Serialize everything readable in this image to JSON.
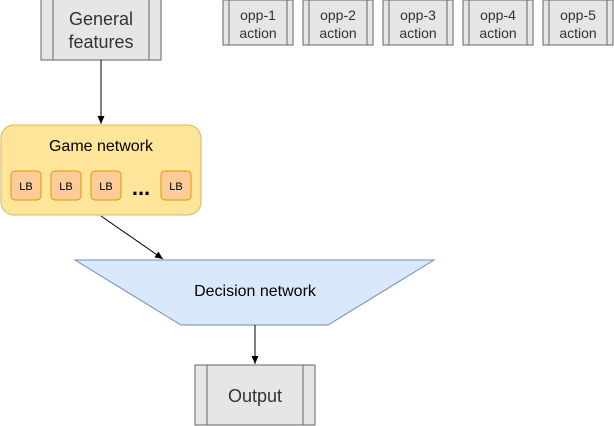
{
  "general_features": {
    "line1": "General",
    "line2": "features"
  },
  "opponents": [
    {
      "line1": "opp-1",
      "line2": "action"
    },
    {
      "line1": "opp-2",
      "line2": "action"
    },
    {
      "line1": "opp-3",
      "line2": "action"
    },
    {
      "line1": "opp-4",
      "line2": "action"
    },
    {
      "line1": "opp-5",
      "line2": "action"
    }
  ],
  "game_network": {
    "title": "Game network",
    "blocks": [
      "LB",
      "LB",
      "LB",
      "LB"
    ],
    "ellipsis": "..."
  },
  "decision_network": {
    "label": "Decision network"
  },
  "output": {
    "label": "Output"
  },
  "colors": {
    "process_fill": "#e6e6e6",
    "process_stroke": "#666666",
    "game_fill": "#ffe599",
    "game_stroke": "#d6b656",
    "lb_fill": "#ffcc99",
    "lb_stroke": "#d79b00",
    "decision_fill": "#dae8fc",
    "decision_stroke": "#6c8ebf"
  }
}
